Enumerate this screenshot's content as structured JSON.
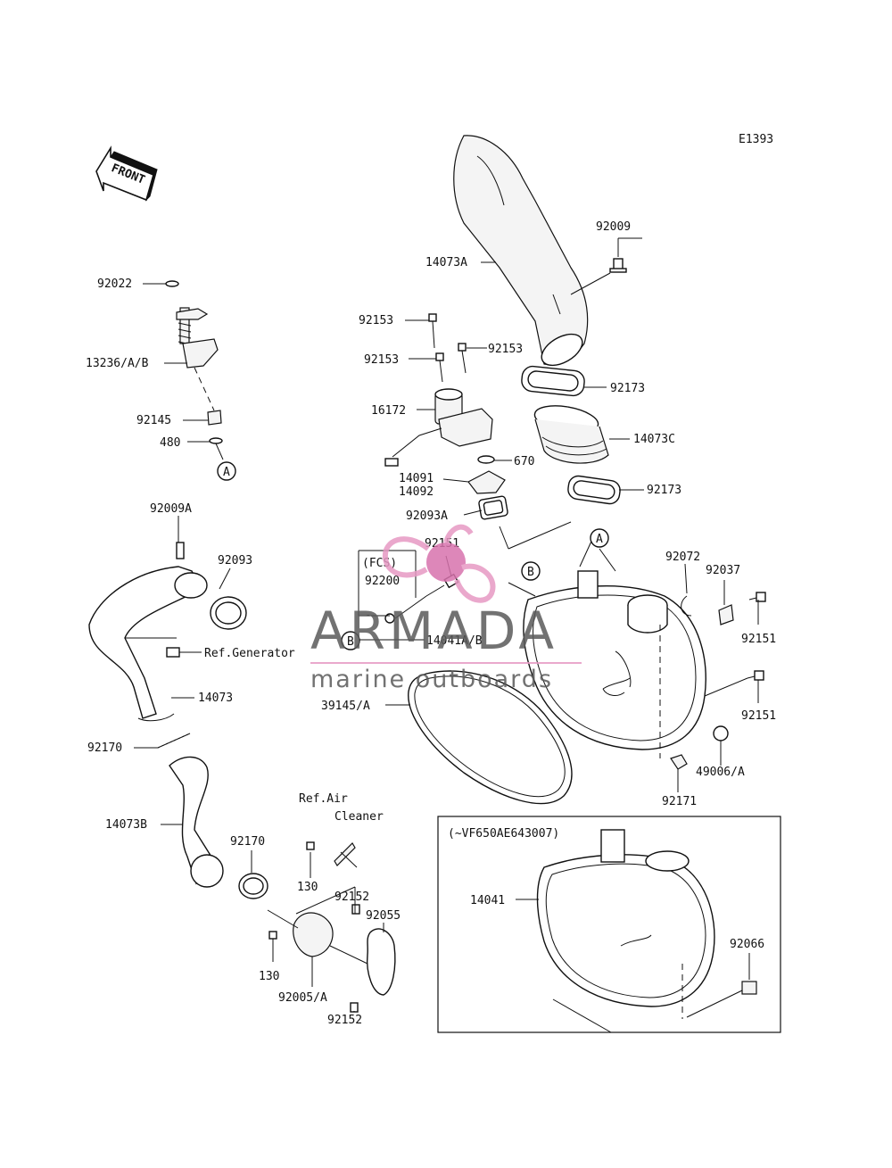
{
  "diagram": {
    "code": "E1393",
    "front_label": "FRONT",
    "callouts": {
      "c92009": "92009",
      "c14073A": "14073A",
      "c92173a": "92173",
      "c14073C": "14073C",
      "c92173b": "92173",
      "c92153a": "92153",
      "c92153b": "92153",
      "c92153c": "92153",
      "c16172": "16172",
      "c670": "670",
      "c14091": "14091",
      "c14092": "14092",
      "c92093A": "92093A",
      "c92151a": "92151",
      "fcs": "(FCS)",
      "c92200": "92200",
      "c14041AB": "14041A/B",
      "c92072": "92072",
      "c92037": "92037",
      "c92151b": "92151",
      "c92151c": "92151",
      "c49006A": "49006/A",
      "c92171": "92171",
      "c39145A": "39145/A",
      "c92022": "92022",
      "c13236": "13236/A/B",
      "c92145": "92145",
      "c480": "480",
      "c92009A": "92009A",
      "c92093": "92093",
      "ref_generator": "Ref.Generator",
      "c14073": "14073",
      "c92170a": "92170",
      "c14073B": "14073B",
      "c92170b": "92170",
      "ref_air": "Ref.Air",
      "cleaner": "Cleaner",
      "c130a": "130",
      "c92152a": "92152",
      "c92055": "92055",
      "c130b": "130",
      "c92005A": "92005/A",
      "c92152b": "92152",
      "inset_note": "(~VF650AE643007)",
      "c14041": "14041",
      "c92066": "92066"
    },
    "ref_letters": {
      "a1": "A",
      "a2": "A",
      "b1": "B",
      "b2": "B"
    }
  },
  "watermark": {
    "brand": "ARMADA",
    "tagline": "marine outboards",
    "accent_color": "#e79ac4"
  }
}
